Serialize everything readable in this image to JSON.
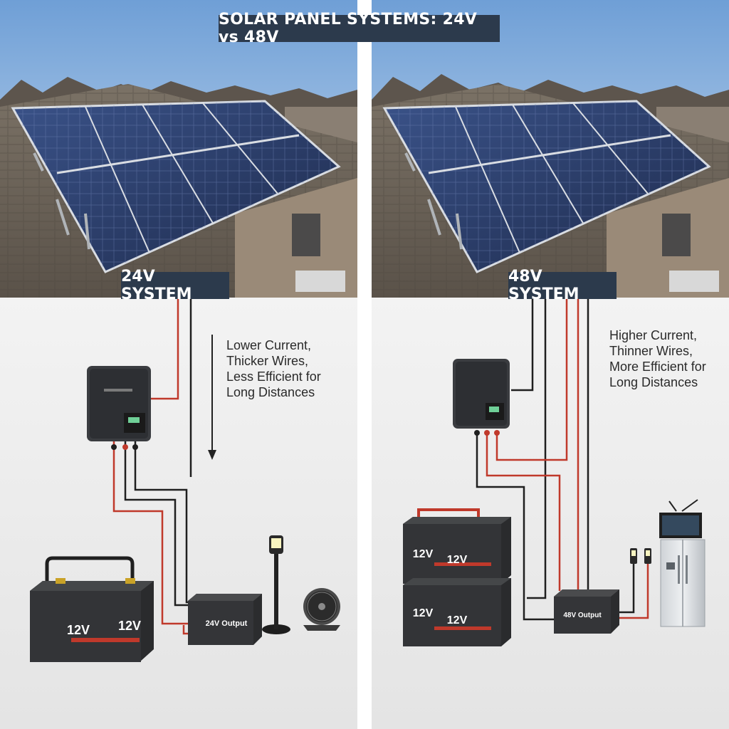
{
  "title": "SOLAR PANEL SYSTEMS: 24V vs 48V",
  "left": {
    "system_label": "24V SYSTEM",
    "note_lines": [
      "Lower Current,",
      "Thicker Wires,",
      "Less Efficient for",
      "Long Distances"
    ],
    "battery_labels": [
      "12V",
      "12V"
    ],
    "output_label": "24V Output"
  },
  "right": {
    "system_label": "48V SYSTEM",
    "note_lines": [
      "Higher Current,",
      "Thinner Wires,",
      "More Efficient for",
      "Long Distances"
    ],
    "battery_labels": [
      "12V",
      "12V",
      "12V",
      "12V"
    ],
    "output_label": "48V Output"
  },
  "colors": {
    "banner": "#2c3a4c",
    "wire_positive": "#c0392b",
    "wire_negative": "#1f1f1f",
    "sky": "#a9c8ea",
    "roof": "#6e6459",
    "panel": "#2a3c66"
  }
}
